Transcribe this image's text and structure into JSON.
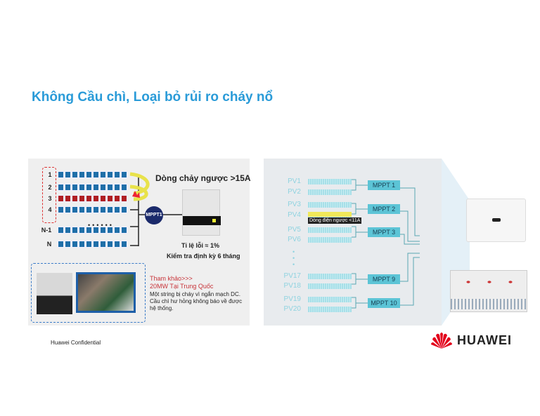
{
  "title": "Không Cầu chì, Loại bỏ rủi ro cháy nổ",
  "left": {
    "string_labels": [
      "1",
      "2",
      "3",
      "4",
      "N-1",
      "N"
    ],
    "reverse_current": "Dòng chảy ngược >15A",
    "mppt": "MPPT1",
    "fault_rate": "Tỉ lệ lỗi  ≈ 1%",
    "inspection": "Kiểm tra định kỳ 6 tháng",
    "ref_line1": "Tham khảo>>>",
    "ref_line2": "20MW Tại Trung Quốc",
    "ref_desc": "Một string bị cháy vì ngắn mạch DC. Cầu chì hư hỏng không báo về được hệ thống."
  },
  "right": {
    "pv_labels": [
      "PV1",
      "PV2",
      "PV3",
      "PV4",
      "PV5",
      "PV6",
      "PV17",
      "PV18",
      "PV19",
      "PV20"
    ],
    "mppts": [
      "MPPT 1",
      "MPPT 2",
      "MPPT 3",
      "MPPT 9",
      "MPPT 10"
    ],
    "reverse_note": "Dòng điện ngược <11A"
  },
  "footer": {
    "confidential": "Huawei Confidential",
    "brand": "HUAWEI"
  },
  "colors": {
    "title": "#2a9bd8",
    "brand": "#e3001b"
  }
}
